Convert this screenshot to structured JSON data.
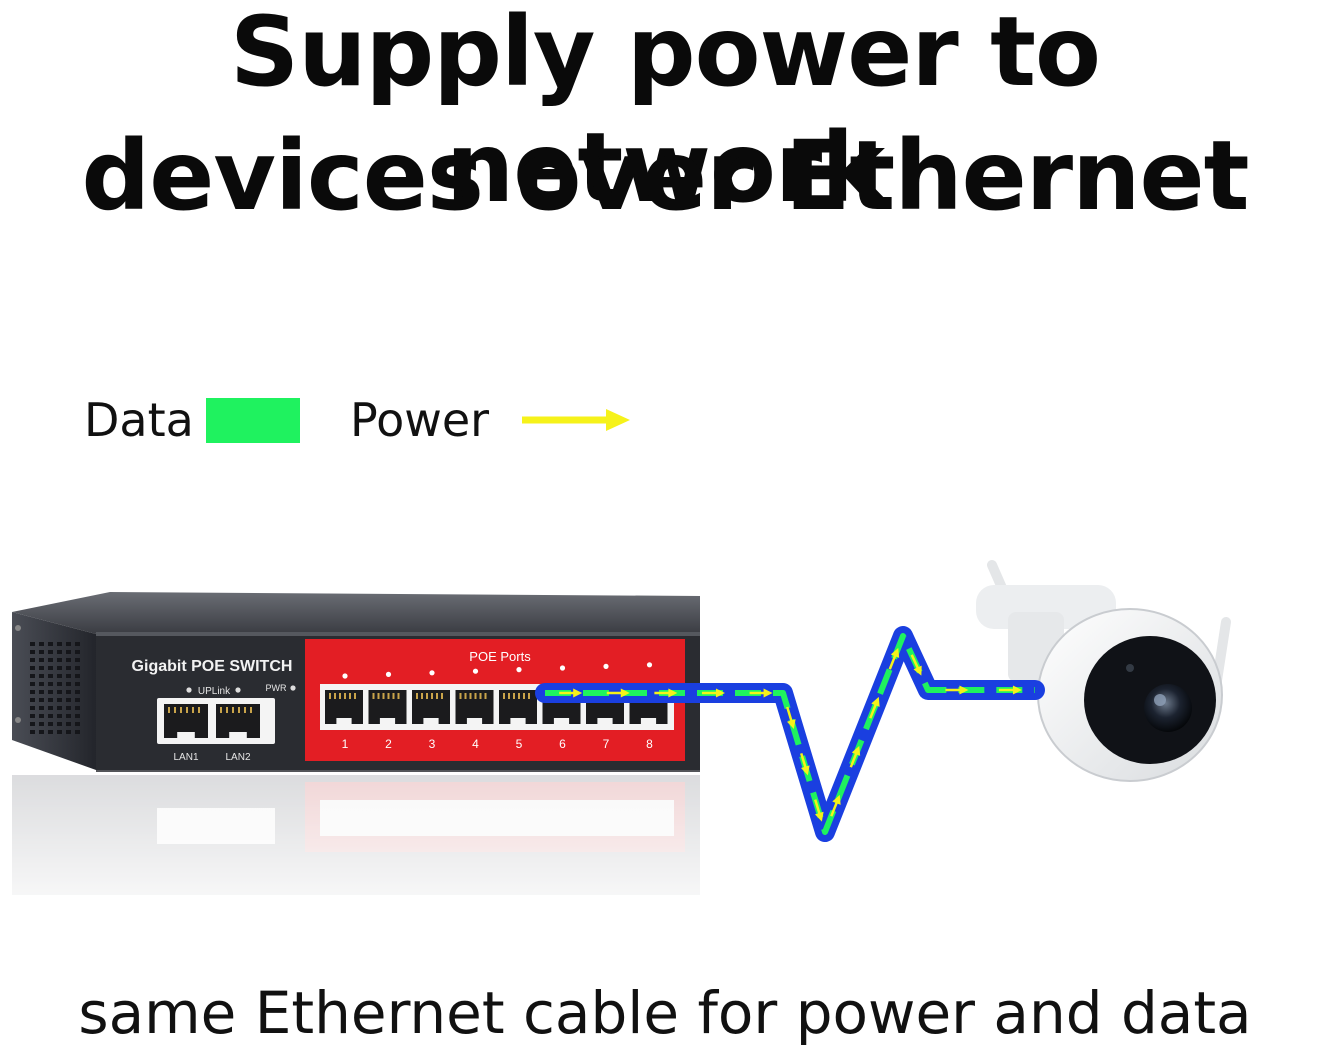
{
  "title_line1": "Supply power to network",
  "title_line2": "devices over Ethernet",
  "legend": {
    "data_label": "Data",
    "power_label": "Power",
    "data_color": "#1ff25f",
    "power_color": "#f6f21a"
  },
  "switch": {
    "name": "Gigabit POE SWITCH",
    "poe_label": "POE Ports",
    "uplink_label": "UPLink",
    "pwr_label": "PWR",
    "lan_ports": [
      "LAN1",
      "LAN2"
    ],
    "poe_ports": [
      "1",
      "2",
      "3",
      "4",
      "5",
      "6",
      "7",
      "8"
    ],
    "panel_color": "#e31e24"
  },
  "cable_color": "#1a3fe0",
  "caption": "same Ethernet cable for power and data"
}
